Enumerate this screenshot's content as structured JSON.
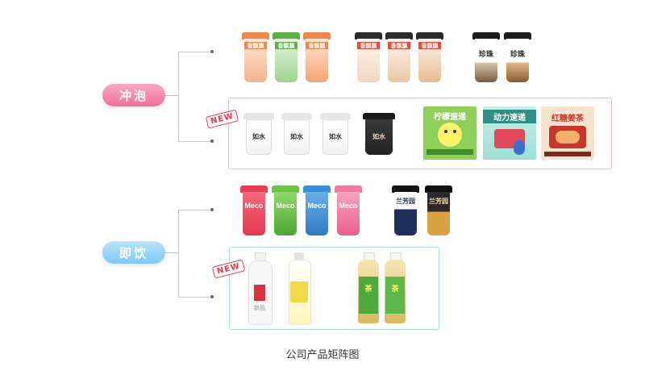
{
  "categories": {
    "brewed": {
      "label": "冲泡",
      "color": "#ef7fa6"
    },
    "ready_to_drink": {
      "label": "即饮",
      "color": "#8ccff3"
    }
  },
  "badges": {
    "new_top": "NEW",
    "new_bottom": "NEW"
  },
  "brewed_row1": {
    "brand_label": "香飘飘",
    "youlemei_label": "珍珠"
  },
  "brewed_row2": {
    "cup_label": "如水",
    "pack1_title": "柠檬速递",
    "pack2_title": "动力速递",
    "pack3_title": "红糖姜茶"
  },
  "rtd_row1": {
    "meco_label": "Meco",
    "lanfang_label": "兰芳园"
  },
  "rtd_row2": {
    "bottle_label": "新品",
    "tea_label": "茶"
  },
  "colors": {
    "orange": "#f0874a",
    "green": "#5fae4b",
    "black": "#2b2b2b",
    "meco_red": "#e53f56",
    "meco_green": "#6cc24a",
    "meco_blue": "#3b8fd6",
    "meco_pink": "#f07aa0",
    "lanfang_navy": "#1f2e5a"
  },
  "caption": "公司产品矩阵图"
}
